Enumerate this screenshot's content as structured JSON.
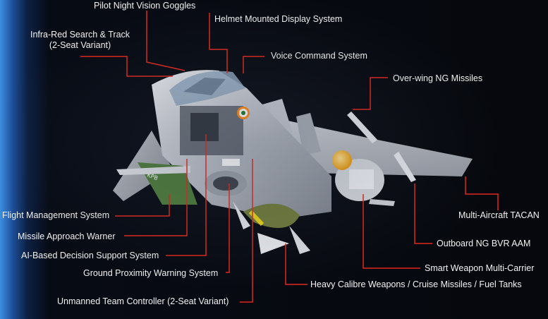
{
  "colors": {
    "leader": "#e0281c",
    "text": "#f2f2f2",
    "background": "#06080d",
    "edge_glow": "#3e8fe0",
    "aircraft_body": "#c9ccd2"
  },
  "labels": {
    "pilot_nvg": "Pilot Night Vision Goggles",
    "hmds": "Helmet Mounted Display System",
    "irst_line1": "Infra-Red Search & Track",
    "irst_line2": "(2-Seat Variant)",
    "voice_command": "Voice Command System",
    "overwing_missiles": "Over-wing NG Missiles",
    "flight_management": "Flight Management System",
    "missile_approach": "Missile Approach Warner",
    "ai_decision": "AI-Based Decision Support System",
    "gpws": "Ground Proximity Warning System",
    "unmanned_team": "Unmanned Team Controller (2-Seat Variant)",
    "heavy_calibre": "Heavy Calibre Weapons / Cruise Missiles / Fuel Tanks",
    "smart_weapon": "Smart Weapon Multi-Carrier",
    "outboard_bvr": "Outboard NG BVR AAM",
    "tacan": "Multi-Aircraft TACAN"
  }
}
